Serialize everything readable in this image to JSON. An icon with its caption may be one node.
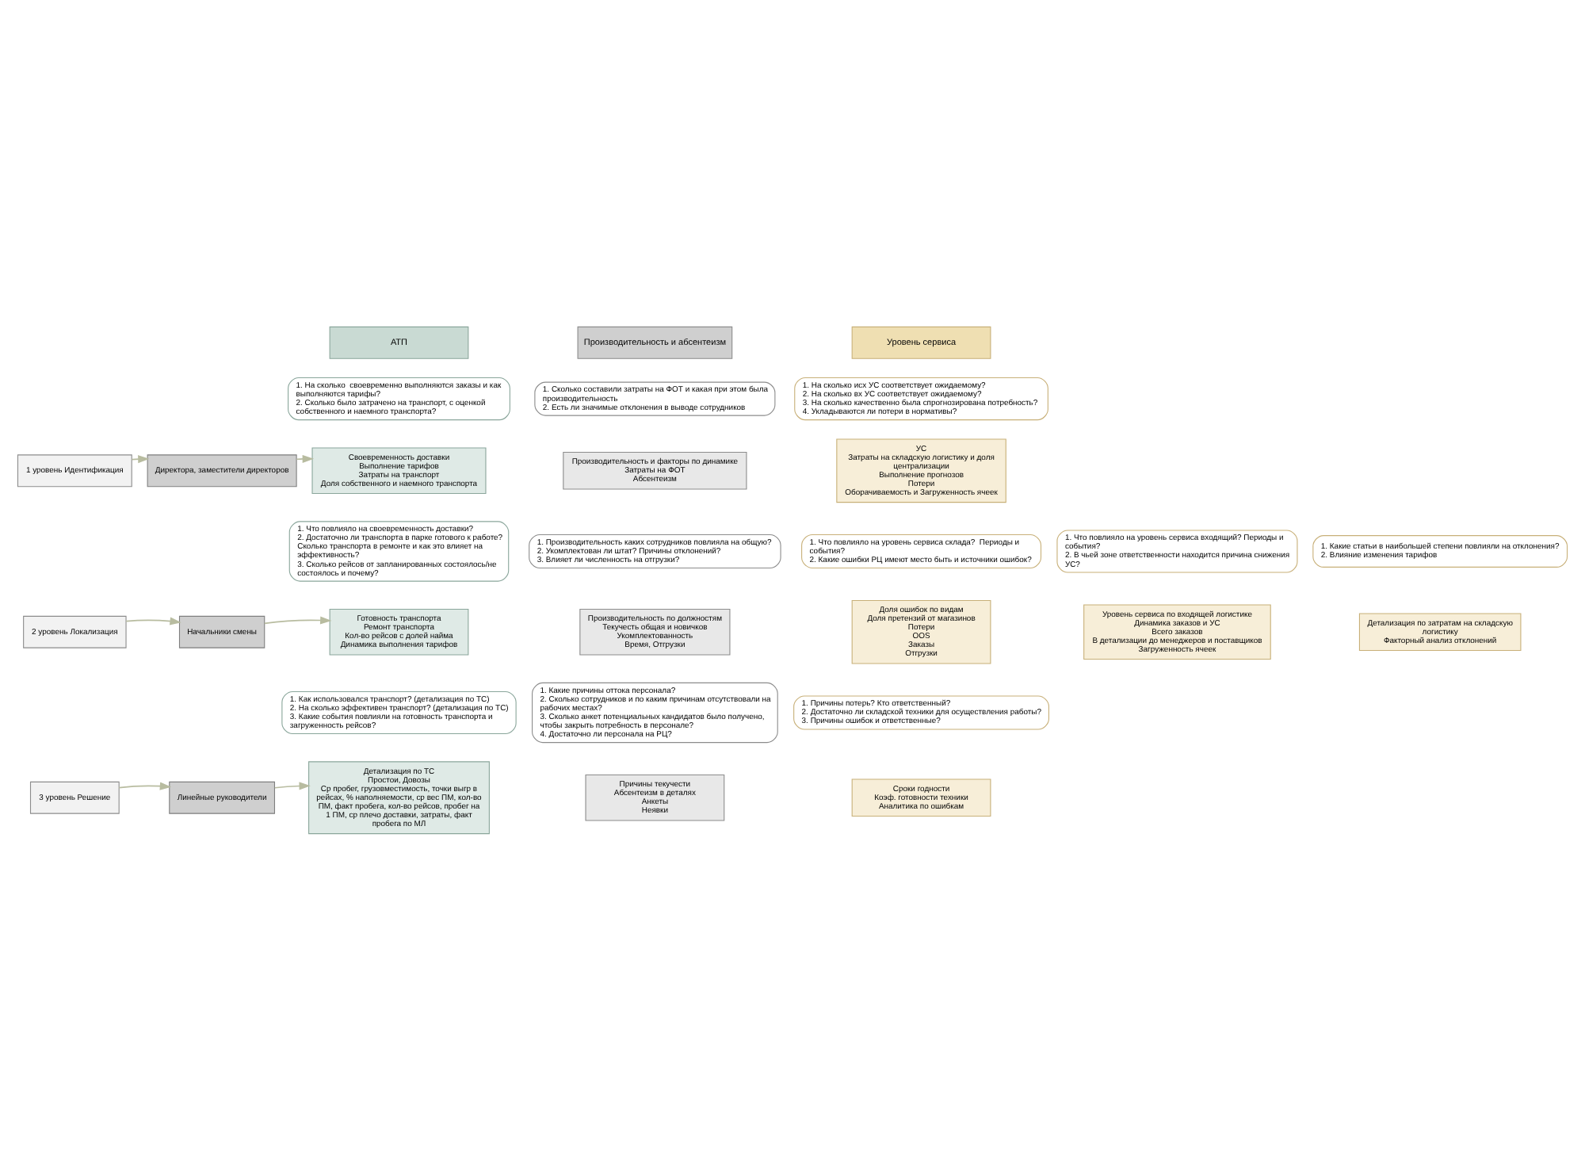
{
  "diagram": {
    "nodes": [
      {
        "text": [
          "АТП"
        ]
      },
      {
        "text": [
          "Производительность и абсентеизм"
        ]
      },
      {
        "text": [
          "Уровень сервиса"
        ]
      },
      {
        "text": [
          "1. На сколько  своевременно выполняются заказы и как выполняются тарифы?",
          "2. Сколько было затрачено на транспорт, с оценкой собственного и наемного транспорта?"
        ]
      },
      {
        "text": [
          "1. Сколько составили затраты на ФОТ и какая при этом была производительность",
          "2. Есть ли значимые отклонения в выводе сотрудников"
        ]
      },
      {
        "text": [
          "1. На сколько исх УС соответствует ожидаемому?",
          "2. На сколько вх УС соответствует ожидаемому?",
          "3. На сколько качественно была спрогнозирована потребность?",
          "4. Укладываются ли потери в нормативы?"
        ]
      },
      {
        "text": [
          "1 уровень Идентификация"
        ]
      },
      {
        "text": [
          "Директора, заместители директоров"
        ]
      },
      {
        "text": [
          "Своевременность доставки",
          "Выполнение тарифов",
          "Затраты на транспорт",
          "Доля собственного и наемного транспорта"
        ]
      },
      {
        "text": [
          "Производительность и факторы по динамике",
          "Затраты на ФОТ",
          "Абсентеизм"
        ]
      },
      {
        "text": [
          "УС",
          "Затраты на складскую логистику и доля централизации",
          "Выполнение прогнозов",
          "Потери",
          "Оборачиваемость и Загруженность ячеек"
        ]
      },
      {
        "text": [
          "1. Что повлияло на своевременность доставки?",
          "2. Достаточно ли транспорта в парке готового к работе? Сколько транспорта в ремонте и как это влияет на эффективность?",
          "3. Сколько рейсов от запланированных состоялось/не состоялось и почему?"
        ]
      },
      {
        "text": [
          "1. Производительность каких сотрудников повлияла на общую?",
          "2. Укомплектован ли штат? Причины отклонений?",
          "3. Влияет ли численность на отгрузки?"
        ]
      },
      {
        "text": [
          "1. Что повлияло на уровень сервиса склада?  Периоды и события?",
          "2. Какие ошибки РЦ имеют место быть и источники ошибок?"
        ]
      },
      {
        "text": [
          "1. Что повлияло на уровень сервиса входящий? Периоды и события?",
          "2. В чьей зоне ответственности находится причина снижения УС?"
        ]
      },
      {
        "text": [
          "1. Какие статьи в наибольшей степени повлияли на отклонения?",
          "2. Влияние изменения тарифов"
        ]
      },
      {
        "text": [
          "2 уровень Локализация"
        ]
      },
      {
        "text": [
          "Начальники смены"
        ]
      },
      {
        "text": [
          "Готовность транспорта",
          "Ремонт транспорта",
          "Кол-во рейсов с долей найма",
          "Динамика выполнения тарифов"
        ]
      },
      {
        "text": [
          "Производительность по должностям",
          "Текучесть общая и новичков",
          "Укомплектованность",
          "Время, Отгрузки"
        ]
      },
      {
        "text": [
          "Доля ошибок по видам",
          "Доля претензий от магазинов",
          "Потери",
          "OOS",
          "Заказы",
          "Отгрузки"
        ]
      },
      {
        "text": [
          "Уровень сервиса по входящей логистике",
          "Динамика заказов и УС",
          "Всего заказов",
          "В детализации до менеджеров и поставщиков",
          "Загруженность ячеек"
        ]
      },
      {
        "text": [
          "Детализация по затратам на складскую логистику",
          "Факторный анализ отклонений"
        ]
      },
      {
        "text": [
          "1. Как использовался транспорт? (детализация по ТС)",
          "2. На сколько эффективен транспорт? (детализация по ТС)",
          "3. Какие события повлияли на готовность транспорта и загруженность рейсов?"
        ]
      },
      {
        "text": [
          "1. Какие причины оттока персонала?",
          "2. Сколько сотрудников и по каким причинам отсутствовали на рабочих местах?",
          "3. Сколько анкет потенциальных кандидатов было получено, чтобы закрыть потребность в персонале?",
          "4. Достаточно ли персонала на РЦ?"
        ]
      },
      {
        "text": [
          "1. Причины потерь? Кто ответственный?",
          "2. Достаточно ли складской техники для осуществления работы?",
          "3. Причины ошибок и ответственные?"
        ]
      },
      {
        "text": [
          "3 уровень Решение"
        ]
      },
      {
        "text": [
          "Линейные руководители"
        ]
      },
      {
        "text": [
          "Детализация по ТС",
          "Простои, Довозы",
          "Ср пробег, грузовместимость, точки выгр в рейсах, % наполняемости, ср вес ПМ, кол-во ПМ, факт пробега, кол-во рейсов, пробег на 1 ПМ, ср плечо доставки, затраты, факт пробега по МЛ"
        ]
      },
      {
        "text": [
          "Причины текучести",
          "Абсентеизм в деталях",
          "Анкеты",
          "Неявки"
        ]
      },
      {
        "text": [
          "Сроки годности",
          "Коэф. готовности техники",
          "Аналитика по ошибкам"
        ]
      }
    ],
    "edges": [
      {
        "from": 6,
        "to": 7,
        "arrow": "to"
      },
      {
        "from": 7,
        "to": 8,
        "arrow": "to"
      },
      {
        "from": 16,
        "to": 17,
        "arrow": "to"
      },
      {
        "from": 17,
        "to": 18,
        "arrow": "to"
      },
      {
        "from": 26,
        "to": 27,
        "arrow": "to"
      },
      {
        "from": 27,
        "to": 28,
        "arrow": "to"
      }
    ]
  }
}
